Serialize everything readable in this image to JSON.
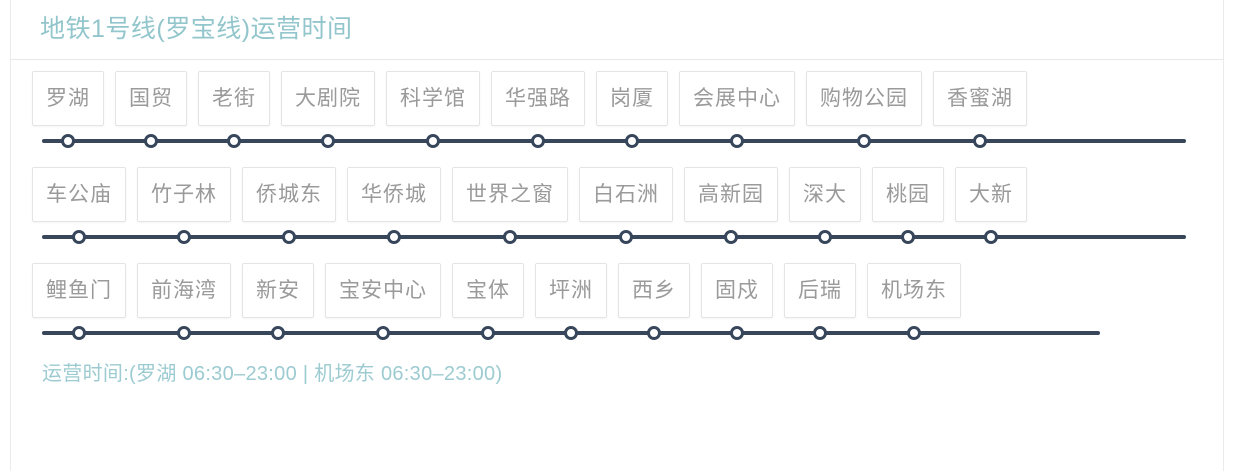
{
  "header": {
    "title": "地铁1号线(罗宝线)运营时间",
    "title_color": "#92c6cc"
  },
  "line": {
    "line_color": "#37465a",
    "station_text_color": "#9a9a9a",
    "station_border_color": "#e4e4e4"
  },
  "rows": [
    {
      "stations": [
        {
          "name": "罗湖"
        },
        {
          "name": "国贸"
        },
        {
          "name": "老街"
        },
        {
          "name": "大剧院"
        },
        {
          "name": "科学馆"
        },
        {
          "name": "华强路"
        },
        {
          "name": "岗厦"
        },
        {
          "name": "会展中心"
        },
        {
          "name": "购物公园"
        },
        {
          "name": "香蜜湖"
        }
      ]
    },
    {
      "stations": [
        {
          "name": "车公庙"
        },
        {
          "name": "竹子林"
        },
        {
          "name": "侨城东"
        },
        {
          "name": "华侨城"
        },
        {
          "name": "世界之窗"
        },
        {
          "name": "白石洲"
        },
        {
          "name": "高新园"
        },
        {
          "name": "深大"
        },
        {
          "name": "桃园"
        },
        {
          "name": "大新"
        }
      ]
    },
    {
      "stations": [
        {
          "name": "鲤鱼门"
        },
        {
          "name": "前海湾"
        },
        {
          "name": "新安"
        },
        {
          "name": "宝安中心"
        },
        {
          "name": "宝体"
        },
        {
          "name": "坪洲"
        },
        {
          "name": "西乡"
        },
        {
          "name": "固戍"
        },
        {
          "name": "后瑞"
        },
        {
          "name": "机场东"
        }
      ]
    }
  ],
  "footer": {
    "text": "运营时间:(罗湖 06:30–23:00 | 机场东 06:30–23:00)",
    "text_color": "#9ccbd1"
  }
}
